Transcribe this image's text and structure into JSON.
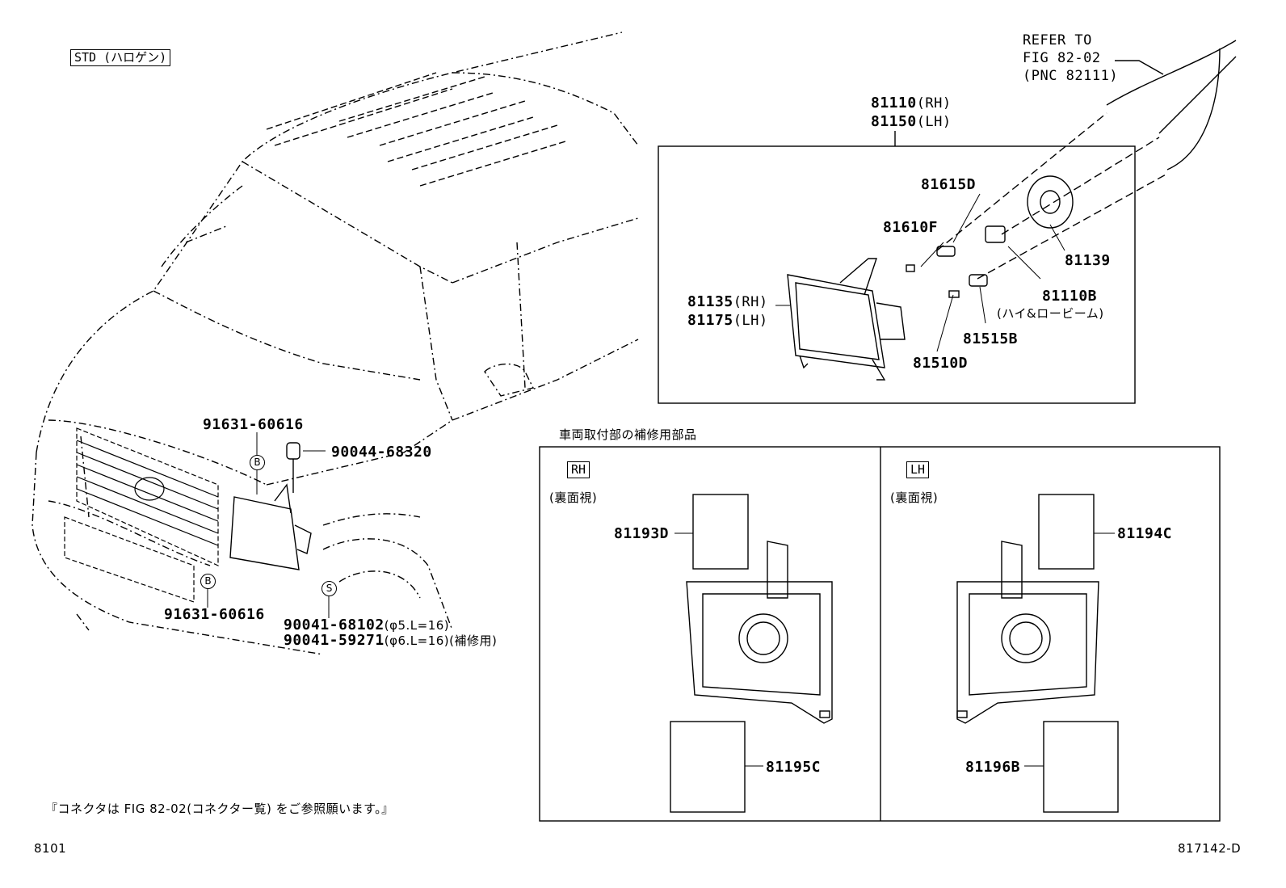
{
  "header": {
    "std_tag": "STD (ハロゲン)",
    "refer_line1": "REFER TO",
    "refer_line2": "FIG 82-02",
    "refer_line3": "(PNC 82111)"
  },
  "assembly": {
    "pn_rh": "81110",
    "pn_rh_side": "(RH)",
    "pn_lh": "81150",
    "pn_lh_side": "(LH)"
  },
  "parts": {
    "p81615D": "81615D",
    "p81610F": "81610F",
    "p81139": "81139",
    "p81135": "81135",
    "p81135_side": "(RH)",
    "p81175": "81175",
    "p81175_side": "(LH)",
    "p81110B": "81110B",
    "p81110B_note": "(ハイ&ロービーム)",
    "p81515B": "81515B",
    "p81510D": "81510D",
    "p91631_top": "91631-60616",
    "p90044": "90044-68320",
    "p91631_bottom": "91631-60616",
    "p90041_a": "90041-68102",
    "p90041_a_spec": "(φ5.L=16)",
    "p90041_b": "90041-59271",
    "p90041_b_spec": "(φ6.L=16)(補修用)",
    "circle_b": "B",
    "circle_s": "S"
  },
  "repair": {
    "title": "車両取付部の補修用部品",
    "rh_tag": "RH",
    "lh_tag": "LH",
    "rh_view": "(裏面視)",
    "lh_view": "(裏面視)",
    "p81193D": "81193D",
    "p81194C": "81194C",
    "p81195C": "81195C",
    "p81196B": "81196B"
  },
  "footer": {
    "note": "『コネクタは FIG 82-02(コネクター覧) をご参照願います。』",
    "code_left": "8101",
    "code_right": "817142-D"
  }
}
